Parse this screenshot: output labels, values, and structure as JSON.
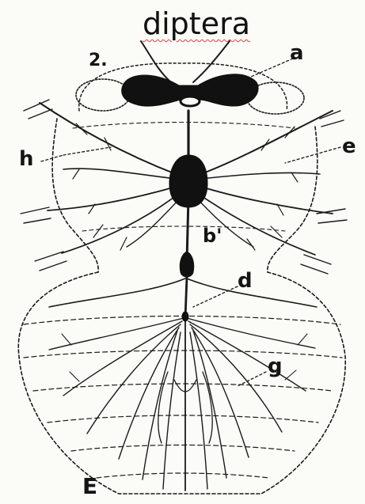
{
  "title": "diptera",
  "labels": {
    "two": "2.",
    "a": "a",
    "h": "h",
    "e": "e",
    "b": "b'",
    "d": "d",
    "g": "g",
    "E": "E"
  },
  "colors": {
    "ink": "#111111",
    "paper": "#fbfbf8",
    "spellcheck_underline": "#e04040"
  }
}
